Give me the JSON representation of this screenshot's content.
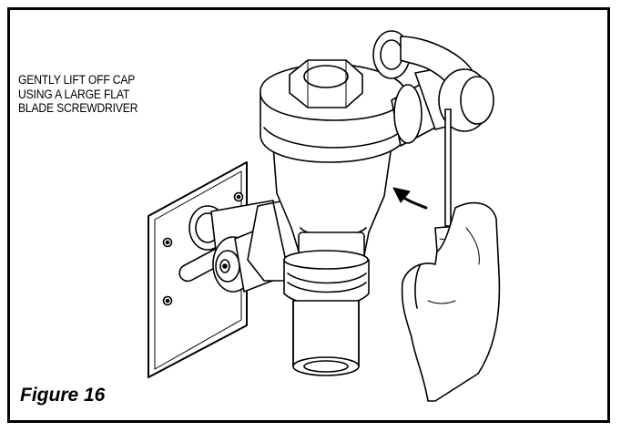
{
  "instruction": {
    "lines": [
      "GENTLY LIFT OFF CAP",
      "USING A LARGE FLAT",
      "BLADE SCREWDRIVER"
    ]
  },
  "caption": "Figure 16",
  "colors": {
    "ink": "#000000",
    "paper": "#ffffff",
    "shade": "#e6e6e6"
  },
  "icons": {
    "arrow": "curved-arrow-icon"
  }
}
